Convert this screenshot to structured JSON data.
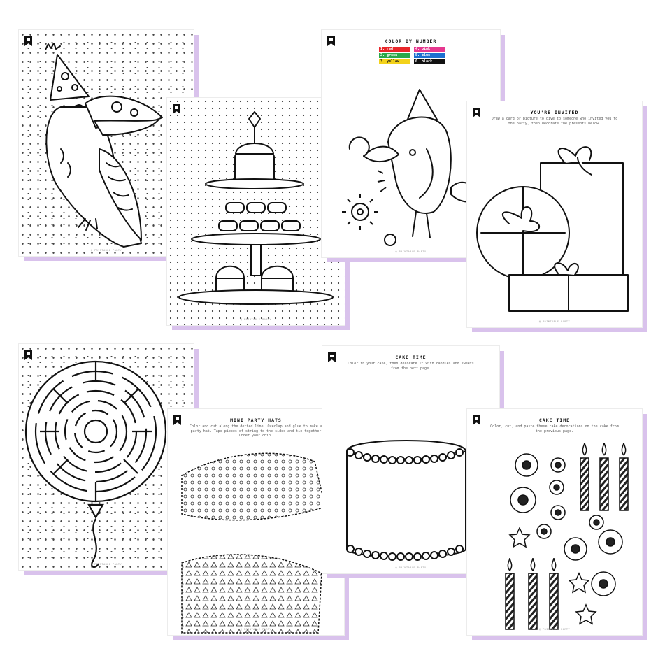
{
  "pages": {
    "toucan": {
      "footer": "@ PRINTABLE PARTY"
    },
    "cake_stand": {
      "footer": "@ PRINTABLE PARTY"
    },
    "color_by_number": {
      "title": "COLOR BY NUMBER",
      "legend": [
        {
          "label": "1. red",
          "color": "#e8262a"
        },
        {
          "label": "4. pink",
          "color": "#e6378f"
        },
        {
          "label": "2. green",
          "color": "#2aa84a"
        },
        {
          "label": "5. blue",
          "color": "#1c6fd0"
        },
        {
          "label": "3. yellow",
          "color": "#f3d21a"
        },
        {
          "label": "6. black",
          "color": "#111111"
        }
      ],
      "footer": "@ PRINTABLE PARTY"
    },
    "invited": {
      "title": "YOU'RE INVITED",
      "instructions": "Draw a card or picture to give to someone who invited you to the party, then decorate the presents below.",
      "footer": "@ PRINTABLE PARTY"
    },
    "maze": {
      "footer": "@ PRINTABLE PARTY"
    },
    "party_hats": {
      "title": "MINI PARTY HATS",
      "instructions": "Color and cut along the dotted line. Overlap and glue to make a party hat. Tape pieces of string to the sides and tie together under your chin.",
      "footer": "@ PRINTABLE PARTY"
    },
    "cake_time_1": {
      "title": "CAKE TIME",
      "instructions": "Color in your cake, then decorate it with candles and sweets from the next page.",
      "footer": "@ PRINTABLE PARTY"
    },
    "cake_time_2": {
      "title": "CAKE TIME",
      "instructions": "Color, cut, and paste these cake decorations on the cake from the previous page.",
      "footer": "@ PRINTABLE PARTY"
    }
  }
}
